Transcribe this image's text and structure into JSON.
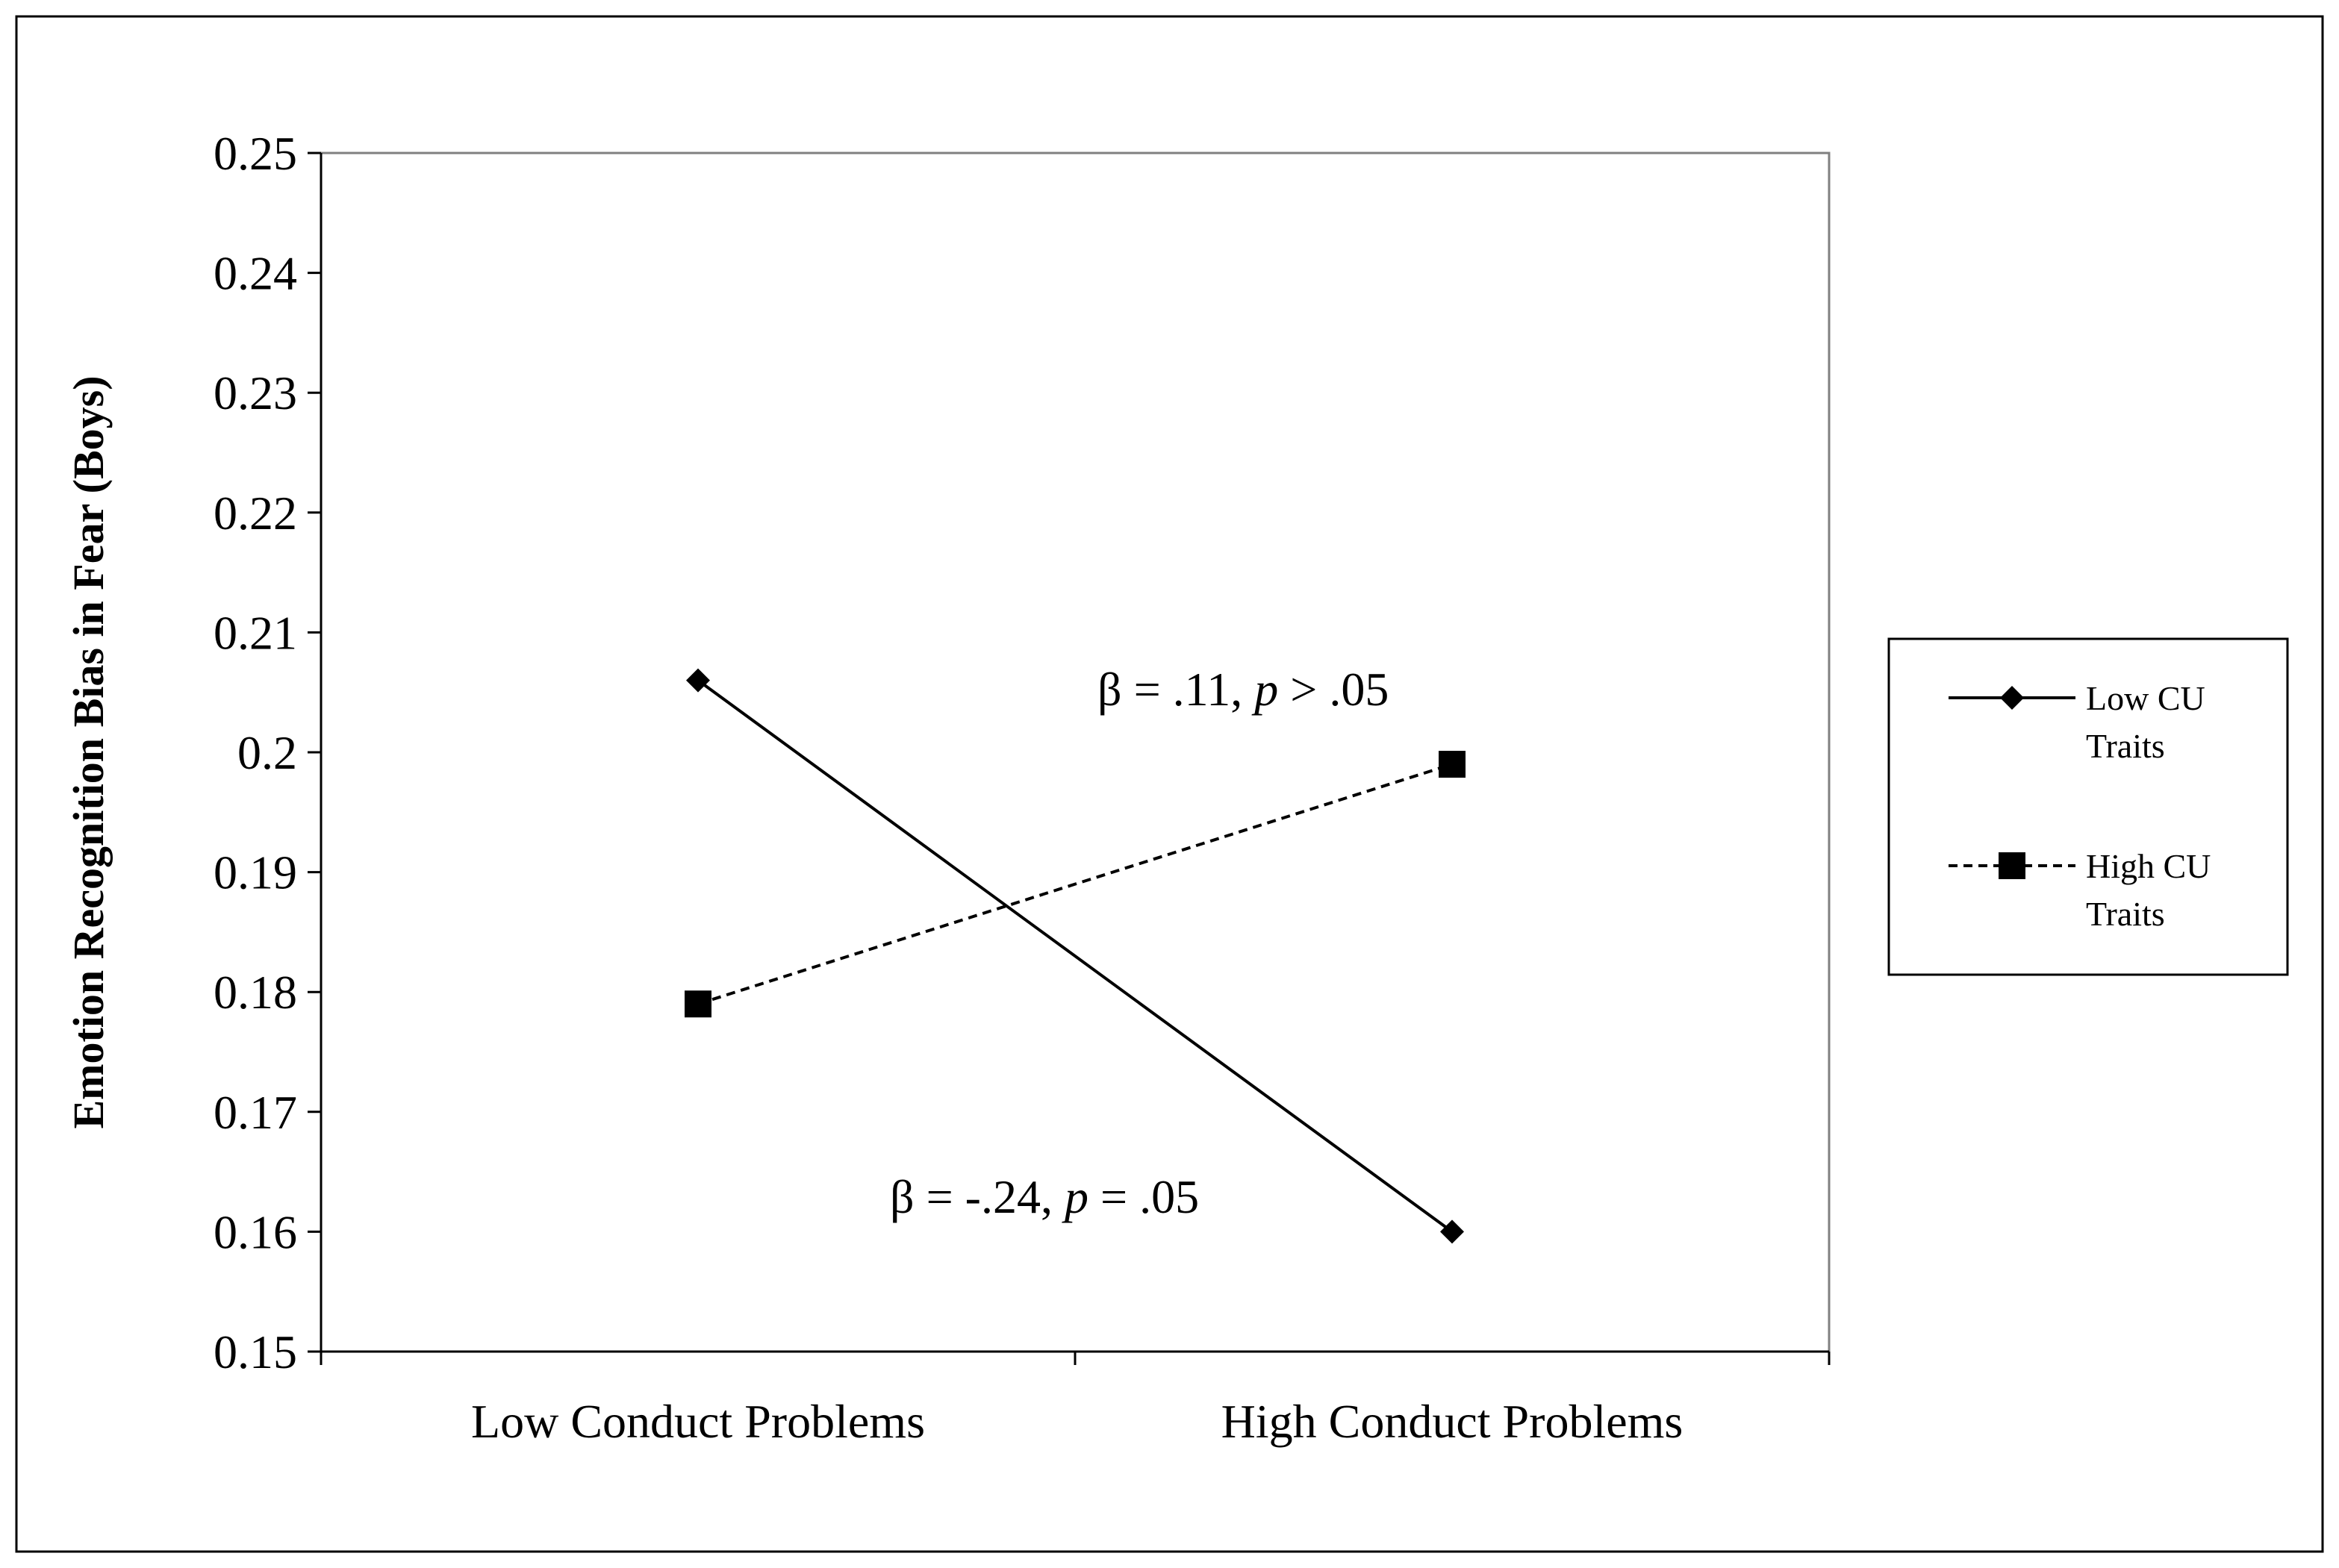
{
  "chart_data": {
    "type": "line",
    "title": "",
    "xlabel": "",
    "ylabel": "Emotion Recognition Bias in Fear (Boys)",
    "categories": [
      "Low Conduct Problems",
      "High Conduct Problems"
    ],
    "ylim": [
      0.15,
      0.25
    ],
    "yticks": [
      "0.15",
      "0.16",
      "0.17",
      "0.18",
      "0.19",
      "0.2",
      "0.21",
      "0.22",
      "0.23",
      "0.24",
      "0.25"
    ],
    "grid": false,
    "legend_position": "right",
    "series": [
      {
        "name_lines": [
          "Low CU",
          "Traits"
        ],
        "values": [
          0.206,
          0.16
        ],
        "marker": "diamond",
        "line_style": "solid",
        "color": "#000000"
      },
      {
        "name_lines": [
          "High CU",
          "Traits"
        ],
        "values": [
          0.179,
          0.199
        ],
        "marker": "square",
        "line_style": "dashed",
        "color": "#000000"
      }
    ],
    "annotations": [
      {
        "parts": [
          "β = .11, ",
          "p",
          " > .05"
        ],
        "italic_index": 1
      },
      {
        "parts": [
          "β = -.24, ",
          "p",
          " = .05"
        ],
        "italic_index": 1
      }
    ]
  }
}
